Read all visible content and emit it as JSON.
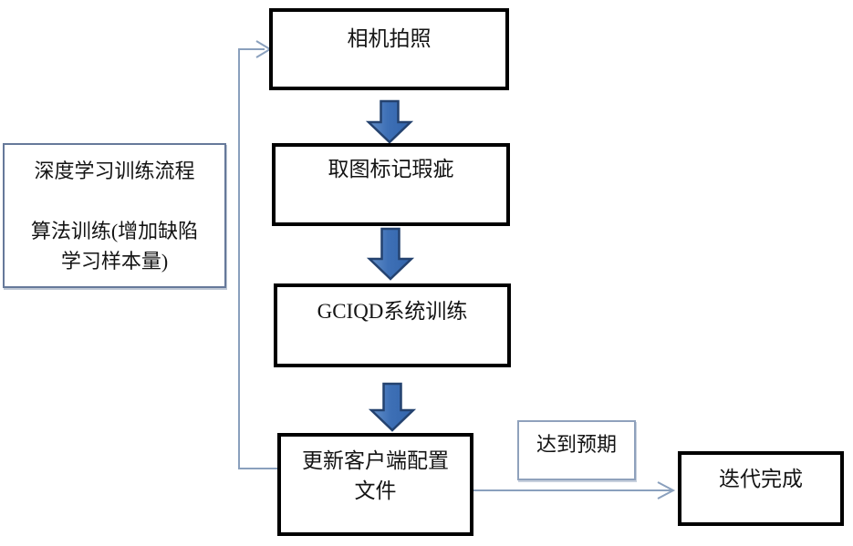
{
  "flowchart": {
    "nodes": {
      "camera": {
        "label": "相机拍照"
      },
      "mark_defects": {
        "label": "取图标记瑕疵"
      },
      "system_training": {
        "label": "GCIQD系统训练"
      },
      "update_config": {
        "line1": "更新客户端配置",
        "line2": "文件"
      },
      "process_note": {
        "line1": "深度学习训练流程",
        "line2": "算法训练(增加缺陷",
        "line3": "学习样本量)"
      },
      "expectation": {
        "label": "达到预期"
      },
      "done": {
        "label": "迭代完成"
      }
    },
    "colors": {
      "process_box_border": "#000000",
      "note_box_border": "#66799a",
      "label_box_border": "#8fa1bc",
      "block_arrow_fill": "#3e70b6",
      "block_arrow_fill_light": "#6490c9",
      "block_arrow_stroke": "#24426f",
      "connector_line": "#8aa0bd"
    }
  }
}
